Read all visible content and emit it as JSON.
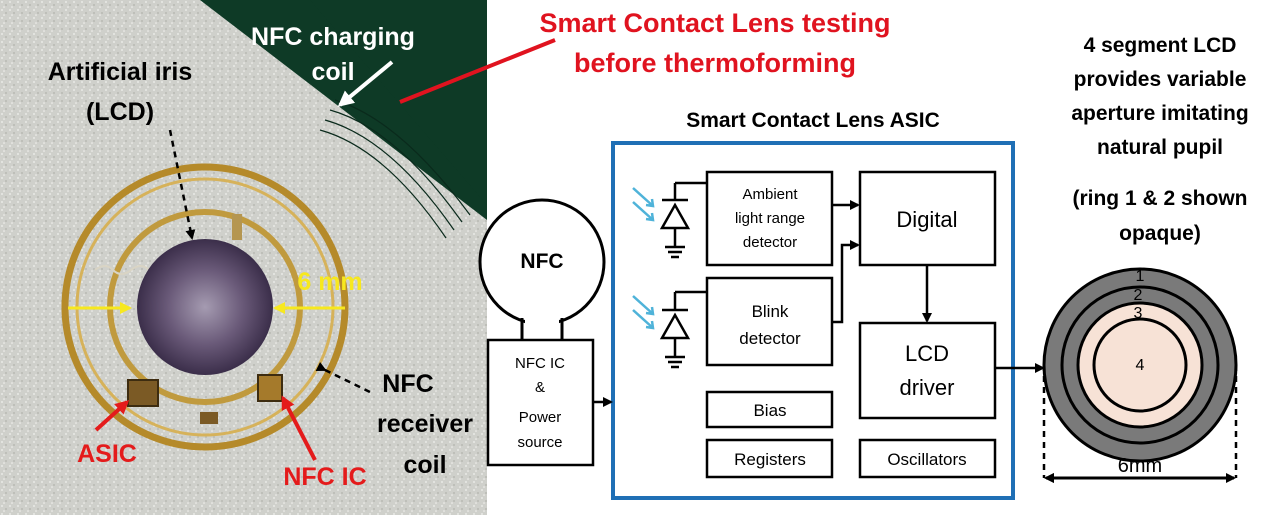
{
  "photo": {
    "charging_coil_label": "NFC charging coil",
    "iris_label": "Artificial iris (LCD)",
    "dimension_label": "6 mm",
    "nfc_receiver_label": "NFC receiver coil",
    "asic_label": "ASIC",
    "nfc_ic_label": "NFC IC"
  },
  "headline": "Smart Contact Lens testing before thermoforming",
  "asic_title": "Smart Contact Lens ASIC",
  "nfc": {
    "antenna_label": "NFC",
    "ic_label": "NFC IC & Power source"
  },
  "blocks": {
    "ambient": "Ambient light range detector",
    "blink": "Blink detector",
    "digital": "Digital",
    "lcd_driver": "LCD driver",
    "bias": "Bias",
    "registers": "Registers",
    "oscillators": "Oscillators"
  },
  "lcd_description": "4 segment LCD provides variable aperture imitating natural pupil (ring 1 & 2 shown opaque)",
  "lcd_rings": {
    "ring1": "1",
    "ring2": "2",
    "ring3": "3",
    "ring4": "4"
  },
  "lcd_dimension": "6mm",
  "colors": {
    "headline": "#e0131f",
    "asic_border": "#1f6fb5",
    "photodiode_rays": "#4fb3d9",
    "annotation_yellow": "#f7e81e",
    "annotation_red": "#e41b1b",
    "ring_opaque": "#7a7a7a",
    "ring_center": "#f7e2d6"
  }
}
